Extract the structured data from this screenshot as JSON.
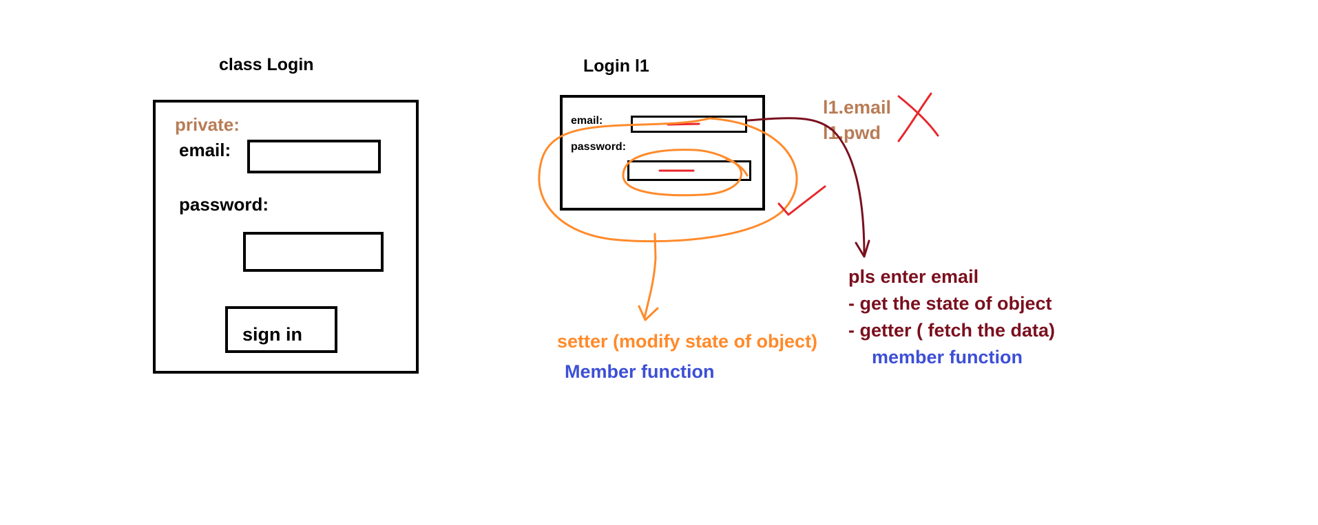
{
  "class_diagram": {
    "title": "class Login",
    "access_specifier": "private:",
    "email_label": "email:",
    "password_label": "password:",
    "button_label": "sign in"
  },
  "object_diagram": {
    "title": "Login l1",
    "email_label": "email:",
    "password_label": "password:"
  },
  "direct_access": {
    "line1": "l1.email",
    "line2": "l1.pwd",
    "mark": "cross-icon"
  },
  "setter_note": {
    "text": "setter (modify state of object)",
    "sub": "Member function"
  },
  "getter_note": {
    "line1": "pls enter email",
    "line2": "- get the state of object",
    "line3": "- getter ( fetch the data)",
    "sub": "member function"
  },
  "colors": {
    "ink": "#000000",
    "private": "#b87c56",
    "orange": "#ff8a2a",
    "maroon": "#7a0f1e",
    "blue": "#3d4fd6",
    "red": "#e8262b"
  }
}
